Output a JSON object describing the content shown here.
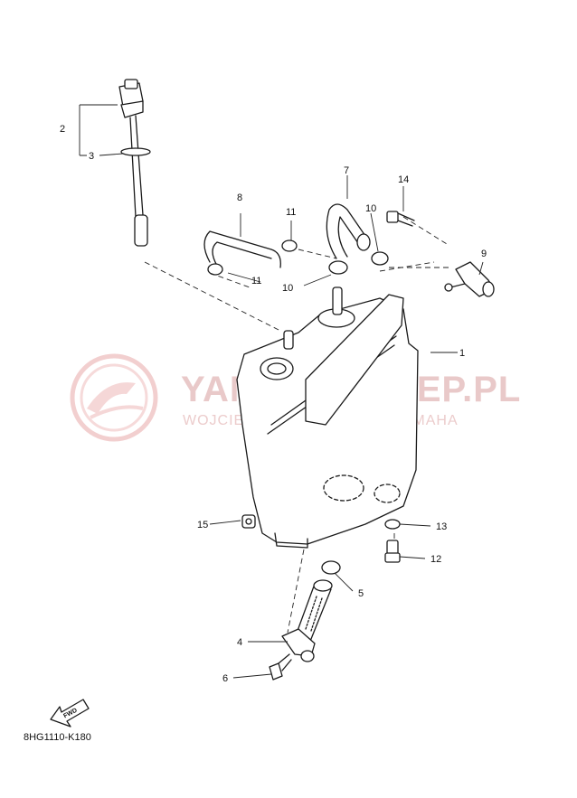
{
  "diagram_code": "8HG1110-K180",
  "fwd_label": "FWD",
  "watermark": {
    "main": "YAMAHASKLEP.PL",
    "sub": "WOJCIECHOWICZ DEALER YAMAHA"
  },
  "callouts": [
    {
      "id": "1",
      "part": "fuel-tank"
    },
    {
      "id": "2",
      "part": "fuel-gauge-assembly"
    },
    {
      "id": "3",
      "part": "o-ring"
    },
    {
      "id": "4",
      "part": "fuel-filter-cock"
    },
    {
      "id": "5",
      "part": "o-ring"
    },
    {
      "id": "6",
      "part": "bolt"
    },
    {
      "id": "7",
      "part": "hose"
    },
    {
      "id": "8",
      "part": "hose"
    },
    {
      "id": "9",
      "part": "joint"
    },
    {
      "id": "10",
      "part": "clip"
    },
    {
      "id": "11",
      "part": "clip"
    },
    {
      "id": "12",
      "part": "bolt"
    },
    {
      "id": "13",
      "part": "washer"
    },
    {
      "id": "14",
      "part": "bolt"
    },
    {
      "id": "15",
      "part": "nut"
    }
  ]
}
